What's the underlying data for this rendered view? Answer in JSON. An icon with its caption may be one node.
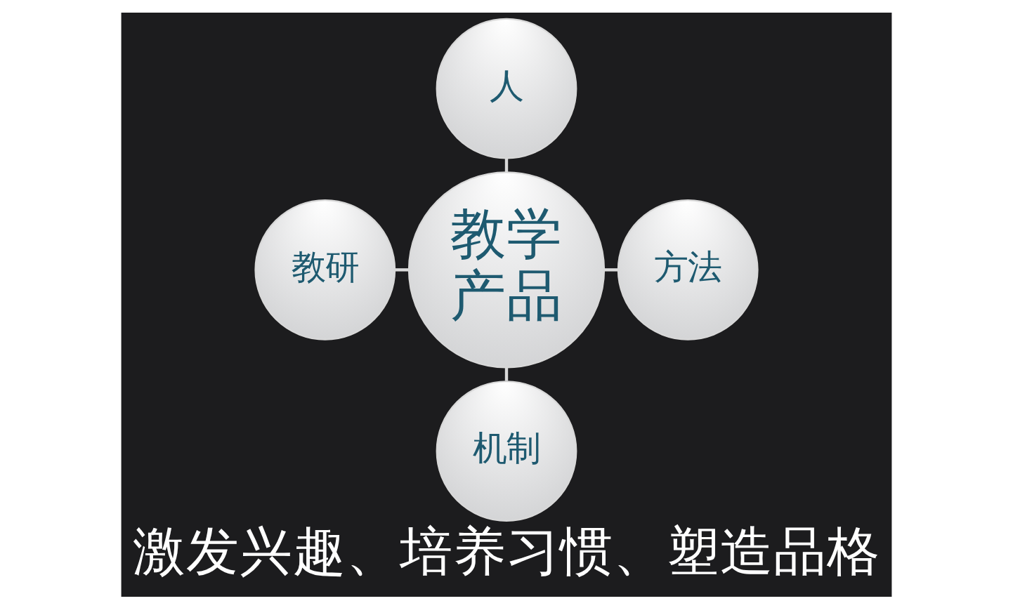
{
  "diagram": {
    "caption": "激发兴趣、培养习惯、塑造品格",
    "nodes": [
      {
        "text": [
          "人"
        ]
      },
      {
        "text": [
          "教研"
        ]
      },
      {
        "text": [
          "教学产品"
        ]
      },
      {
        "text": [
          "方法"
        ]
      },
      {
        "text": [
          "机制"
        ]
      }
    ],
    "edges": [
      {
        "from": 0,
        "to": 2,
        "arrow": "none"
      },
      {
        "from": 1,
        "to": 2,
        "arrow": "none"
      },
      {
        "from": 2,
        "to": 3,
        "arrow": "none"
      },
      {
        "from": 2,
        "to": 4,
        "arrow": "none"
      }
    ]
  }
}
